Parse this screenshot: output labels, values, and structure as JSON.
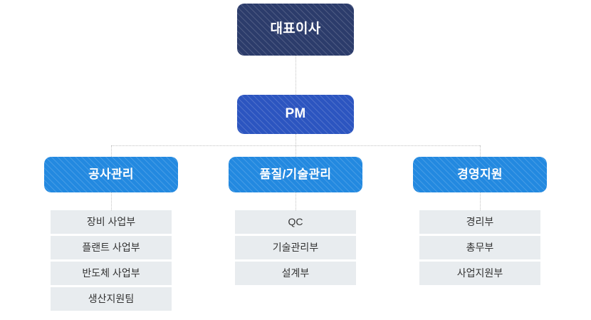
{
  "chart": {
    "type": "org-chart",
    "title": "",
    "colors": {
      "ceo_bg": "#2c3c6b",
      "pm_bg": "#2c55c0",
      "branch_bg": "#2389e0",
      "leaf_bg": "#e8ecef",
      "leaf_text": "#333333",
      "node_text": "#ffffff",
      "connector": "#c2c2c2",
      "page_bg": "#ffffff"
    },
    "root": {
      "label": "대표이사"
    },
    "pm": {
      "label": "PM"
    },
    "branches": [
      {
        "label": "공사관리",
        "leaves": [
          {
            "label": "장비 사업부"
          },
          {
            "label": "플랜트 사업부"
          },
          {
            "label": "반도체 사업부"
          },
          {
            "label": "생산지원팀"
          }
        ]
      },
      {
        "label": "품질/기술관리",
        "leaves": [
          {
            "label": "QC"
          },
          {
            "label": "기술관리부"
          },
          {
            "label": "설계부"
          }
        ]
      },
      {
        "label": "경영지원",
        "leaves": [
          {
            "label": "경리부"
          },
          {
            "label": "총무부"
          },
          {
            "label": "사업지원부"
          }
        ]
      }
    ]
  }
}
